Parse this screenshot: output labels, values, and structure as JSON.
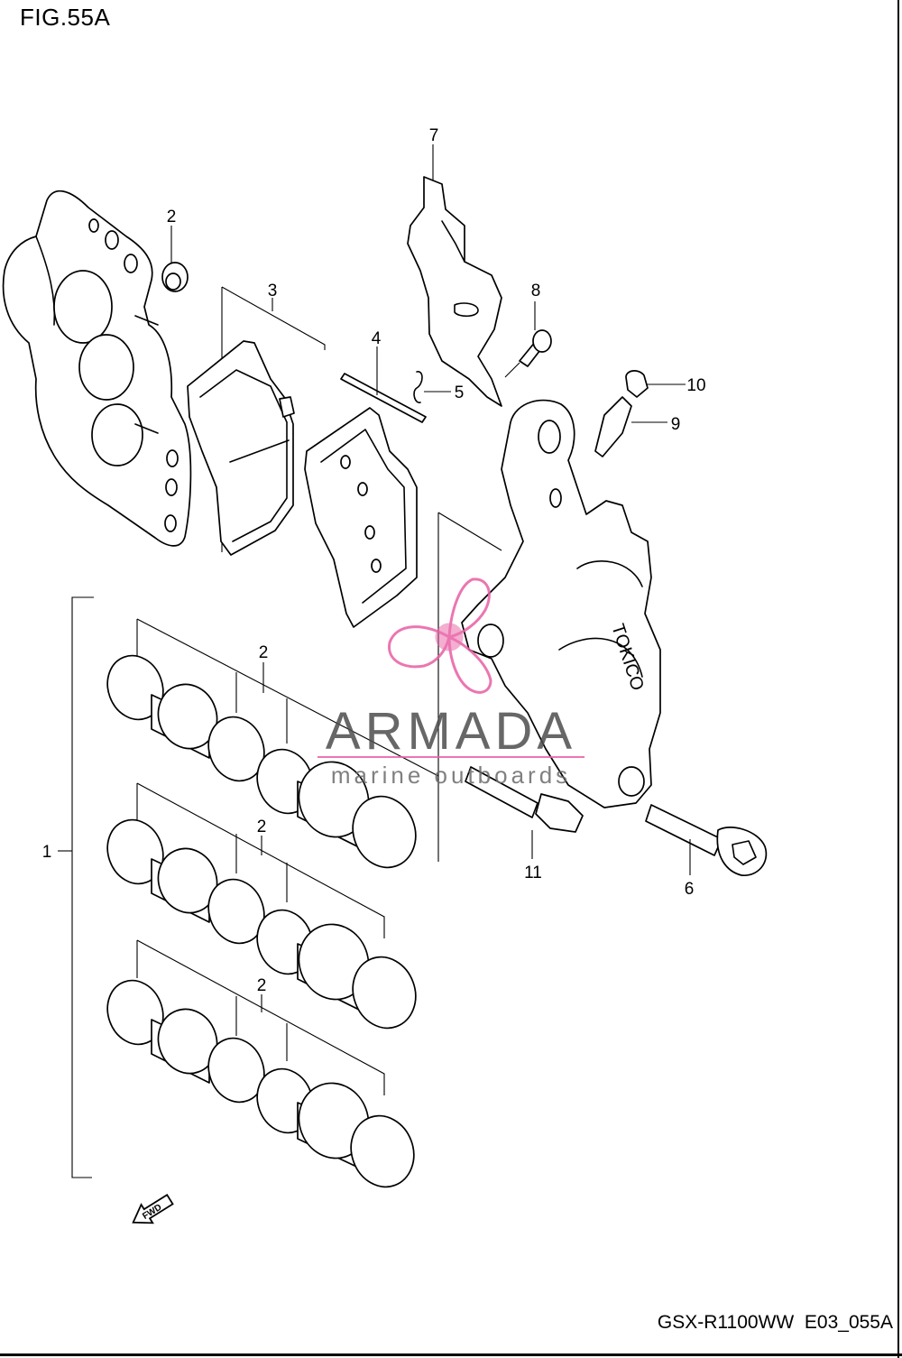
{
  "figure": {
    "title": "FIG.55A",
    "footer": "GSX-R1100WW  E03_055A"
  },
  "callouts": {
    "c1": "1",
    "c2a": "2",
    "c2b": "2",
    "c2c": "2",
    "c2d": "2",
    "c3": "3",
    "c4": "4",
    "c5": "5",
    "c6": "6",
    "c7": "7",
    "c8": "8",
    "c9": "9",
    "c10": "10",
    "c11": "11"
  },
  "fwd_label": "FWD",
  "caliper_brand": "TOKICO",
  "watermark": {
    "brand": "ARMADA",
    "tagline": "marine outboards",
    "accent": "#e85fa4"
  },
  "icons": [
    "fwd-arrow-icon",
    "propeller-logo-icon"
  ]
}
